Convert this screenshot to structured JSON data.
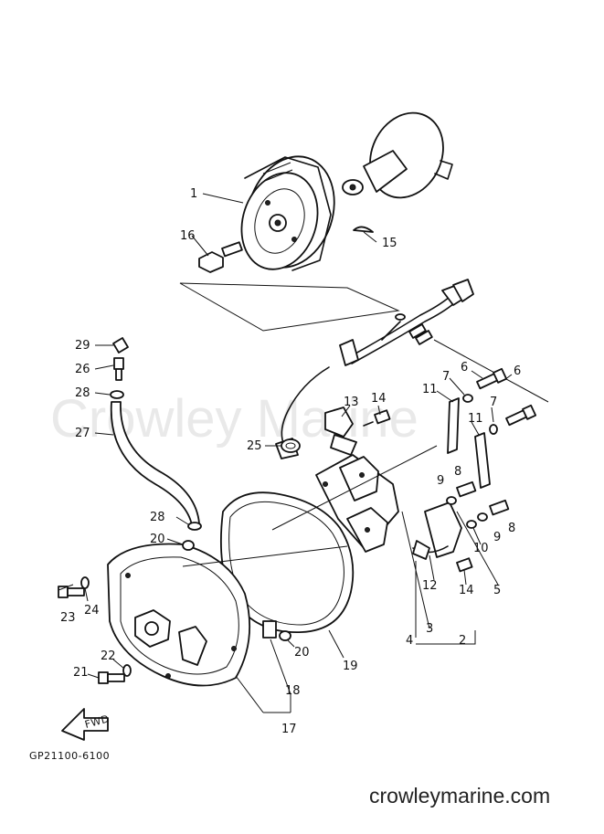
{
  "diagram": {
    "watermark": "Crowley Marine",
    "part_code": "GP21100-6100",
    "direction_label": "FWD",
    "footer_text": "crowleymarine.com",
    "callouts": {
      "c1": "1",
      "c2": "2",
      "c3": "3",
      "c4": "4",
      "c5": "5",
      "c6a": "6",
      "c6b": "6",
      "c7a": "7",
      "c7b": "7",
      "c8a": "8",
      "c8b": "8",
      "c9a": "9",
      "c9b": "9",
      "c10": "10",
      "c11a": "11",
      "c11b": "11",
      "c12": "12",
      "c13": "13",
      "c14a": "14",
      "c14b": "14",
      "c15": "15",
      "c16": "16",
      "c17": "17",
      "c18": "18",
      "c19": "19",
      "c20a": "20",
      "c20b": "20",
      "c21": "21",
      "c22": "22",
      "c23": "23",
      "c24": "24",
      "c25": "25",
      "c26": "26",
      "c27": "27",
      "c28a": "28",
      "c28b": "28",
      "c29": "29"
    }
  }
}
